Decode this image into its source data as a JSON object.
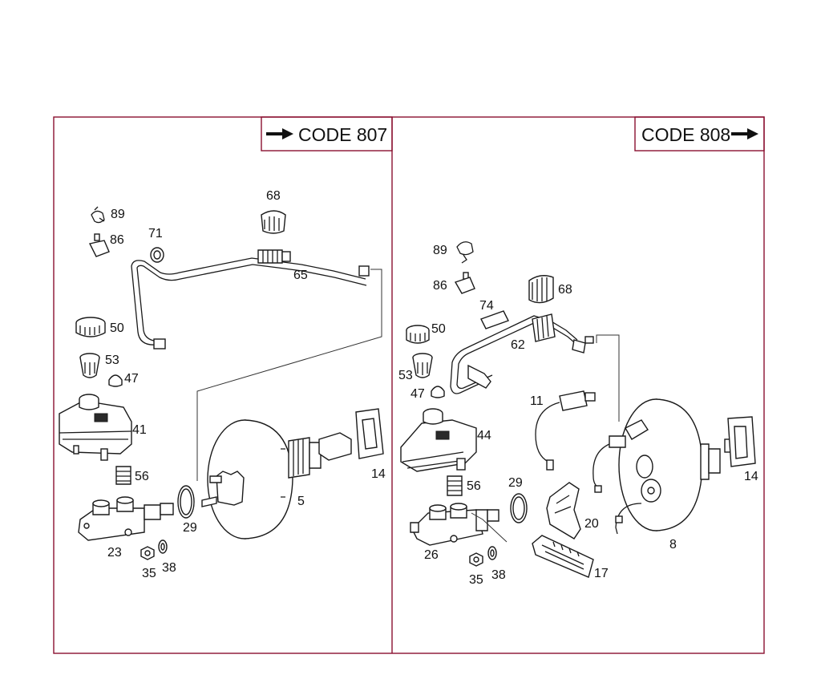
{
  "left_panel": {
    "code_label": "CODE 807",
    "parts": [
      "89",
      "86",
      "71",
      "68",
      "65",
      "50",
      "53",
      "47",
      "41",
      "56",
      "23",
      "29",
      "5",
      "14",
      "35",
      "38"
    ]
  },
  "right_panel": {
    "code_label": "CODE 808",
    "parts": [
      "89",
      "86",
      "68",
      "74",
      "50",
      "62",
      "53",
      "47",
      "11",
      "44",
      "56",
      "29",
      "20",
      "26",
      "35",
      "38",
      "17",
      "14",
      "8"
    ]
  }
}
